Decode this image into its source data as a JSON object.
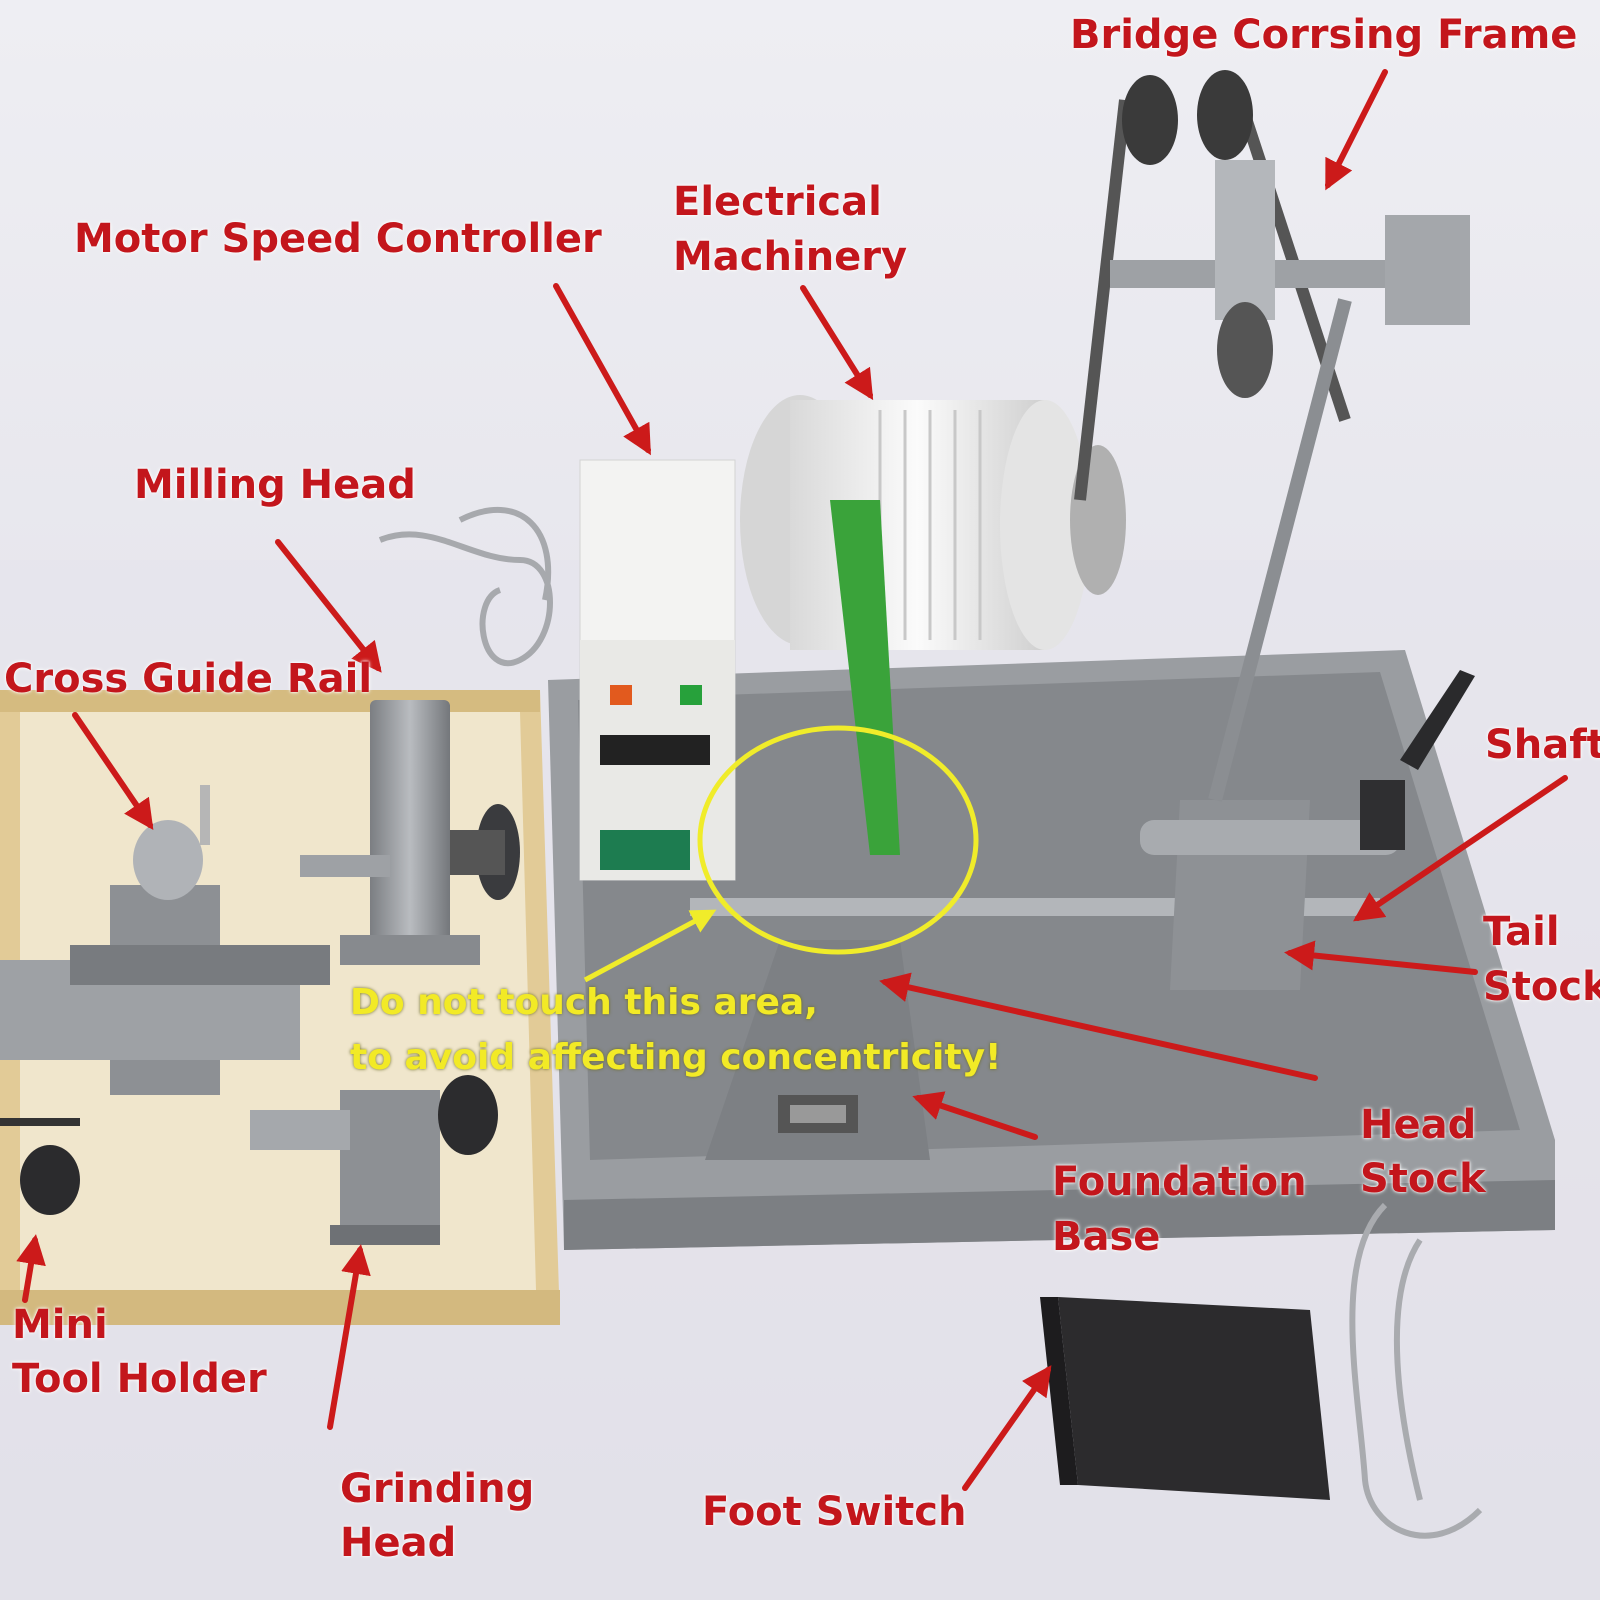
{
  "colors": {
    "label": "#c3161c",
    "arrow": "#cc1a1a",
    "warning_text": "#f2ea26",
    "warning_circle": "#f0ec2a",
    "tray": "#8f9296",
    "wood_box": "#e2cb97",
    "background": "#e9e8ee"
  },
  "labels": {
    "bridge_crossing_frame": "Bridge Corrsing Frame",
    "electrical_machinery": [
      "Electrical",
      "Machinery"
    ],
    "motor_speed_controller": "Motor Speed Controller",
    "milling_head": "Milling Head",
    "cross_guide_rail": "Cross Guide Rail",
    "shaft": "Shaft",
    "tail_stock": [
      "Tail",
      "Stock"
    ],
    "head_stock": [
      "Head",
      "Stock"
    ],
    "foundation_base": [
      "Foundation",
      "Base"
    ],
    "mini_tool_holder": [
      "Mini",
      "Tool Holder"
    ],
    "grinding_head": [
      "Grinding",
      "Head"
    ],
    "foot_switch": "Foot Switch"
  },
  "warning": {
    "line1": "Do not touch this area,",
    "line2": "to avoid affecting concentricity!"
  }
}
